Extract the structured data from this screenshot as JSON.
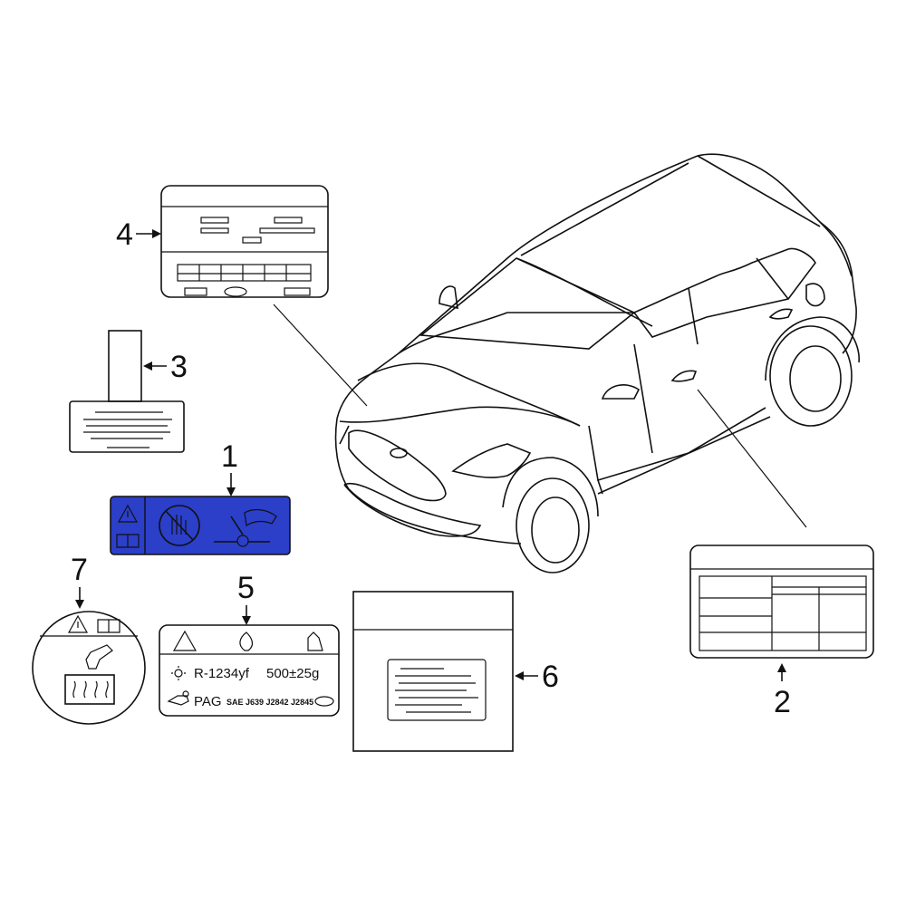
{
  "callouts": {
    "c1": "1",
    "c2": "2",
    "c3": "3",
    "c4": "4",
    "c5": "5",
    "c6": "6",
    "c7": "7"
  },
  "ac_label": {
    "refrigerant": "R-1234yf",
    "charge": "500±25g",
    "oil": "PAG",
    "standards": "SAE J639 J2842 J2845"
  },
  "colors": {
    "highlight": "#2b3fc9",
    "ink": "#111111"
  },
  "icons": [
    "warning-icon",
    "manual-book-icon",
    "no-hand-icon",
    "fan-hand-icon",
    "flame-icon",
    "glove-hand-icon",
    "heat-waves-icon"
  ]
}
